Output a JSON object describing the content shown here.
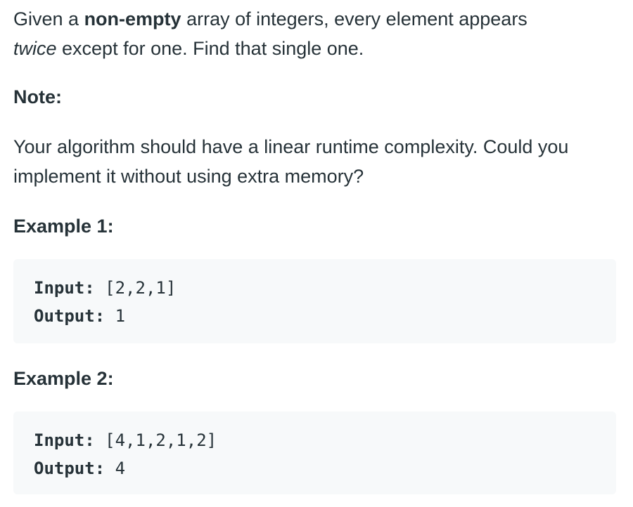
{
  "intro": {
    "part1": "Given a ",
    "bold": "non-empty",
    "part2": " array of integers, every element appears",
    "italic": "twice",
    "part3": " except for one. Find that single one."
  },
  "note": {
    "heading": "Note:",
    "line1": "Your algorithm should have a linear runtime complexity. Could you",
    "line2": "implement it without using extra memory?"
  },
  "examples": [
    {
      "heading": "Example 1:",
      "input_label": "Input:",
      "input_value": " [2,2,1]",
      "output_label": "Output:",
      "output_value": " 1"
    },
    {
      "heading": "Example 2:",
      "input_label": "Input:",
      "input_value": " [4,1,2,1,2]",
      "output_label": "Output:",
      "output_value": " 4"
    }
  ]
}
